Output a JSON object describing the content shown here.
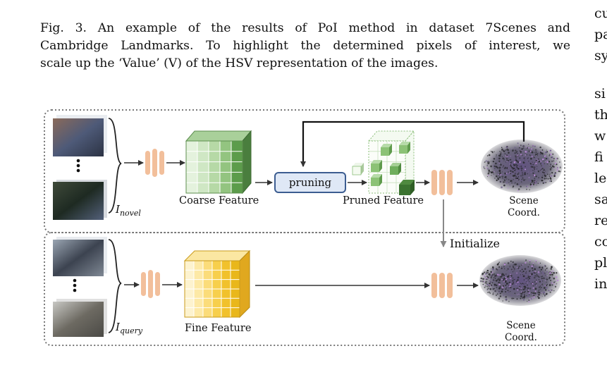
{
  "caption": {
    "line1": "Fig. 3.   An example of the results of PoI method in dataset 7Scenes and",
    "line2": "Cambridge Landmarks. To highlight the determined pixels of interest, we",
    "line3": "scale up the ‘Value’ (V) of the HSV representation of the images."
  },
  "right_column": [
    "cu",
    "pa",
    "sy",
    "si",
    "th",
    "w",
    "fi",
    "le",
    "sa",
    "re",
    "co",
    "pl",
    "in"
  ],
  "diagram": {
    "top": {
      "input_label_main": "I",
      "input_label_sub": "novel",
      "coarse_feature_label": "Coarse Feature",
      "pruning_label": "pruning",
      "pruned_feature_label": "Pruned Feature",
      "scene_label_line1": "Scene",
      "scene_label_line2": "Coord."
    },
    "initialize_label": "Initialize",
    "bottom": {
      "input_label_main": "I",
      "input_label_sub": "query",
      "fine_feature_label": "Fine Feature",
      "scene_label_line1": "Scene",
      "scene_label_line2": "Coord."
    },
    "colors": {
      "coarse_green": "#6aa25a",
      "fine_yellow": "#e8b92a",
      "pruning_blue": "#3c5d91",
      "conv_orange": "#f2bf9b"
    }
  }
}
